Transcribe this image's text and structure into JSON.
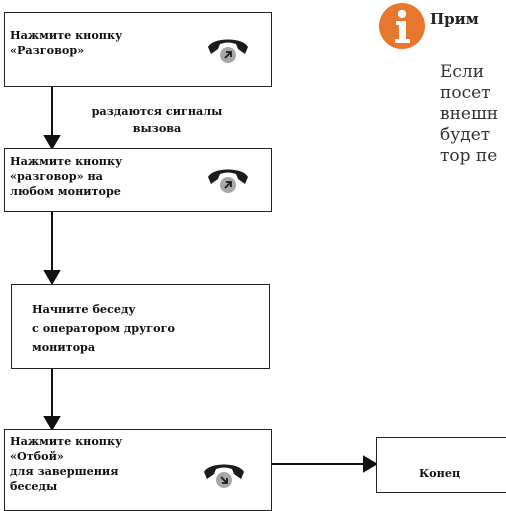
{
  "flow": {
    "step1": "Нажмите кнопку\n«Разговор»",
    "signal_note": "раздаются сигналы\nвызова",
    "step2": "Нажмите кнопку\n«разговор» на\nлюбом мониторе",
    "step3": "Начните беседу\nс оператором другого\nмонитора",
    "step4": "Нажмите кнопку\n«Отбой»\nдля завершения\nбеседы",
    "end": "Конец"
  },
  "icons": {
    "phone_pickup": "phone-handset-pickup-icon",
    "phone_hangup": "phone-handset-hangup-icon",
    "info": "info-icon"
  },
  "note": {
    "title": "Прим",
    "lines": [
      "Если",
      "посет",
      "внешн",
      "будет",
      "тор пе"
    ]
  },
  "colors": {
    "accent": "#e8772e",
    "border": "#222222",
    "icon_dark": "#1c1c1c",
    "icon_badge": "#a7a7a7"
  }
}
